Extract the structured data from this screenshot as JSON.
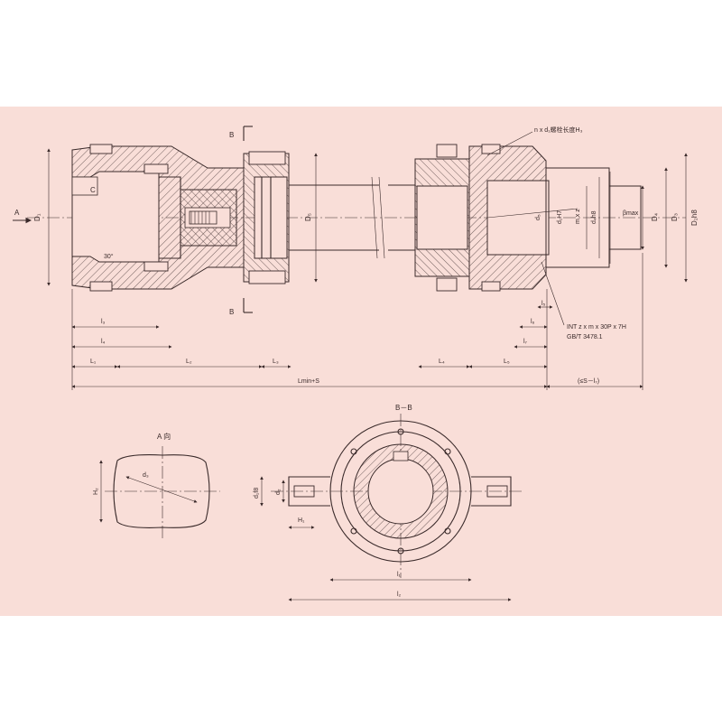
{
  "colors": {
    "background": "#f9ded8",
    "ink": "#3a2a2a",
    "page": "#ffffff"
  },
  "main_view": {
    "section_marks": [
      "B",
      "B"
    ],
    "arrow_A": "A",
    "labels": {
      "D1": "D₁",
      "C": "C",
      "angle": "30°",
      "D5": "D₅",
      "bolt_note": "n x d₁螺栓长度H₃",
      "d5": "d₅",
      "d1H7": "d₁H7",
      "mxz": "m x z",
      "d4h8": "d₄h8",
      "beta": "βmax",
      "D4": "D₄",
      "D3": "D₃",
      "D2h8": "D₂h8",
      "spline_note_1": "INT z x m x 30P x 7H",
      "spline_note_2": "GB/T 3478.1"
    },
    "dims": {
      "l3": "l₃",
      "l4": "l₄",
      "L1": "L₁",
      "L2": "L₂",
      "L3": "L₃",
      "Lmin_S": "Lmin+S",
      "L4": "L₄",
      "L5": "L₅",
      "l7": "l₇",
      "l6": "l₆",
      "l5": "l₅",
      "range": "(≤S－l₇)"
    }
  },
  "view_A": {
    "title": "A 向",
    "H2": "H₂",
    "d3": "d₃"
  },
  "section_BB": {
    "title": "B－B",
    "d1f8": "d₁f8",
    "d2": "d₂",
    "H1": "H₁",
    "l1": "l₁",
    "l2": "l₂"
  }
}
